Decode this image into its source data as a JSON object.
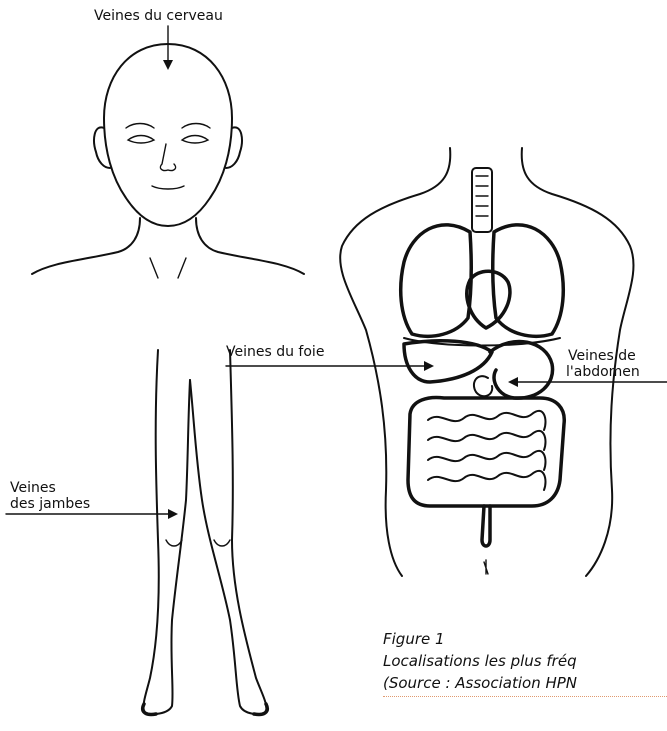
{
  "labels": {
    "brain_veins": "Veines du cerveau",
    "liver_veins": "Veines du foie",
    "abdomen_veins_line1": "Veines de",
    "abdomen_veins_line2": "l'abdomen",
    "leg_veins_line1": "Veines",
    "leg_veins_line2": "des jambes"
  },
  "caption": {
    "title": "Figure 1",
    "line1": "Localisations les plus fréq",
    "line2": "(Source : Association HPN"
  }
}
